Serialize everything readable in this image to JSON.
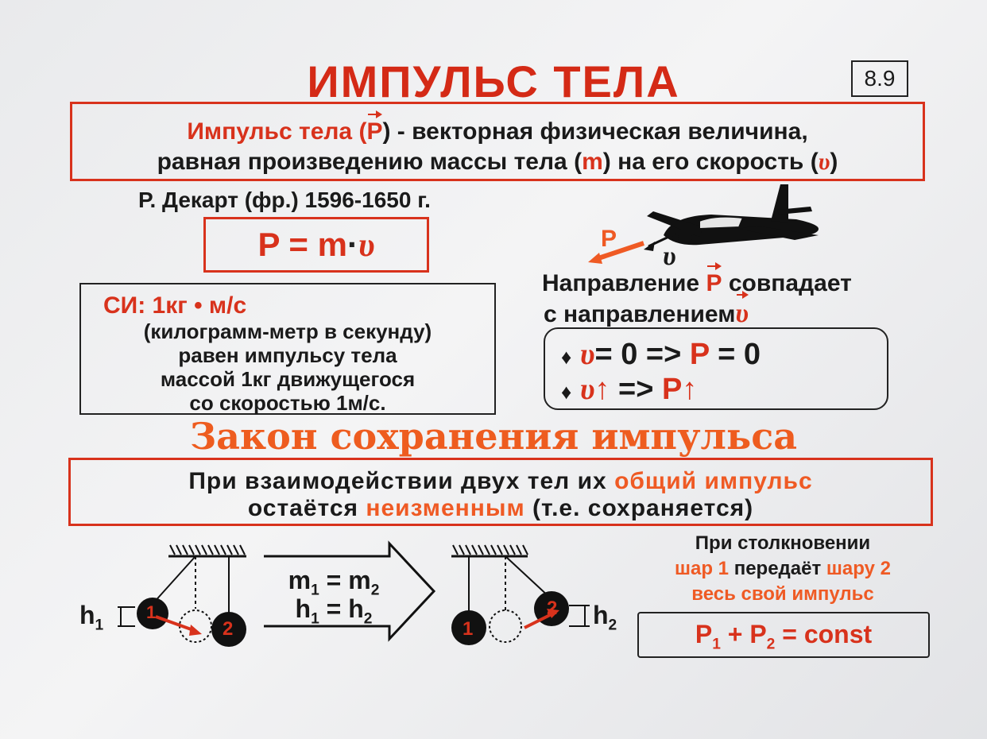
{
  "title": "ИМПУЛЬС ТЕЛА",
  "badge": "8.9",
  "definition": {
    "line1_a": "Импульс тела (",
    "line1_sym": "P",
    "line1_b": ") - векторная физическая величина,",
    "line2_a": "равная произведению массы тела (",
    "line2_sym": "m",
    "line2_b": ") на его скорость (",
    "line2_v": "υ",
    "line2_c": ")"
  },
  "author": "Р. Декарт (фр.) 1596-1650 г.",
  "formula": {
    "lhs": "P = m",
    "dot": "·",
    "rhs": "υ"
  },
  "si": {
    "head": "СИ: 1кг • м/с",
    "line1": "(килограмм-метр в секунду)",
    "line2": "равен импульсу тела",
    "line3": "массой 1кг движущегося",
    "line4": "со скоростью 1м/с."
  },
  "plane": {
    "p_label": "P",
    "v_label": "υ"
  },
  "direction": {
    "line1_a": "Направление",
    "line1_sym": "P",
    "line1_b": "совпадает",
    "line2_a": "с направлением",
    "line2_sym": "υ"
  },
  "rules": {
    "bullet": "♦",
    "r1_v": "υ",
    "r1_mid": "= 0 =>",
    "r1_p": "P",
    "r1_end": "= 0",
    "r2_v": "υ",
    "r2_arrow": "↑",
    "r2_mid": "=>",
    "r2_p": "P",
    "r2_arrow2": "↑"
  },
  "law": {
    "title": "Закон сохранения импульса",
    "line1_a": "При взаимодействии двух тел их",
    "line1_red": "общий импульс",
    "line2_a": "остаётся",
    "line2_red": "неизменным",
    "line2_b": "(т.е. сохраняется)"
  },
  "pendulum": {
    "h1": "h",
    "h1_sub": "1",
    "h2": "h",
    "h2_sub": "2",
    "ball1": "1",
    "ball2": "2",
    "eq1_a": "m",
    "eq1_a_sub": "1",
    "eq1_mid": " = ",
    "eq1_b": "m",
    "eq1_b_sub": "2",
    "eq2_a": "h",
    "eq2_a_sub": "1",
    "eq2_mid": " = ",
    "eq2_b": "h",
    "eq2_b_sub": "2"
  },
  "collision": {
    "line1": "При столкновении",
    "line2_r1": "шар 1",
    "line2_mid": "передаёт",
    "line2_r2": "шару 2",
    "line3": "весь свой импульс"
  },
  "const_eq": {
    "p1": "P",
    "p1_sub": "1",
    "plus": " + ",
    "p2": "P",
    "p2_sub": "2",
    "rest": " = const"
  },
  "colors": {
    "red": "#d8321c",
    "orange": "#ef5a24",
    "black": "#1a1a1a"
  }
}
